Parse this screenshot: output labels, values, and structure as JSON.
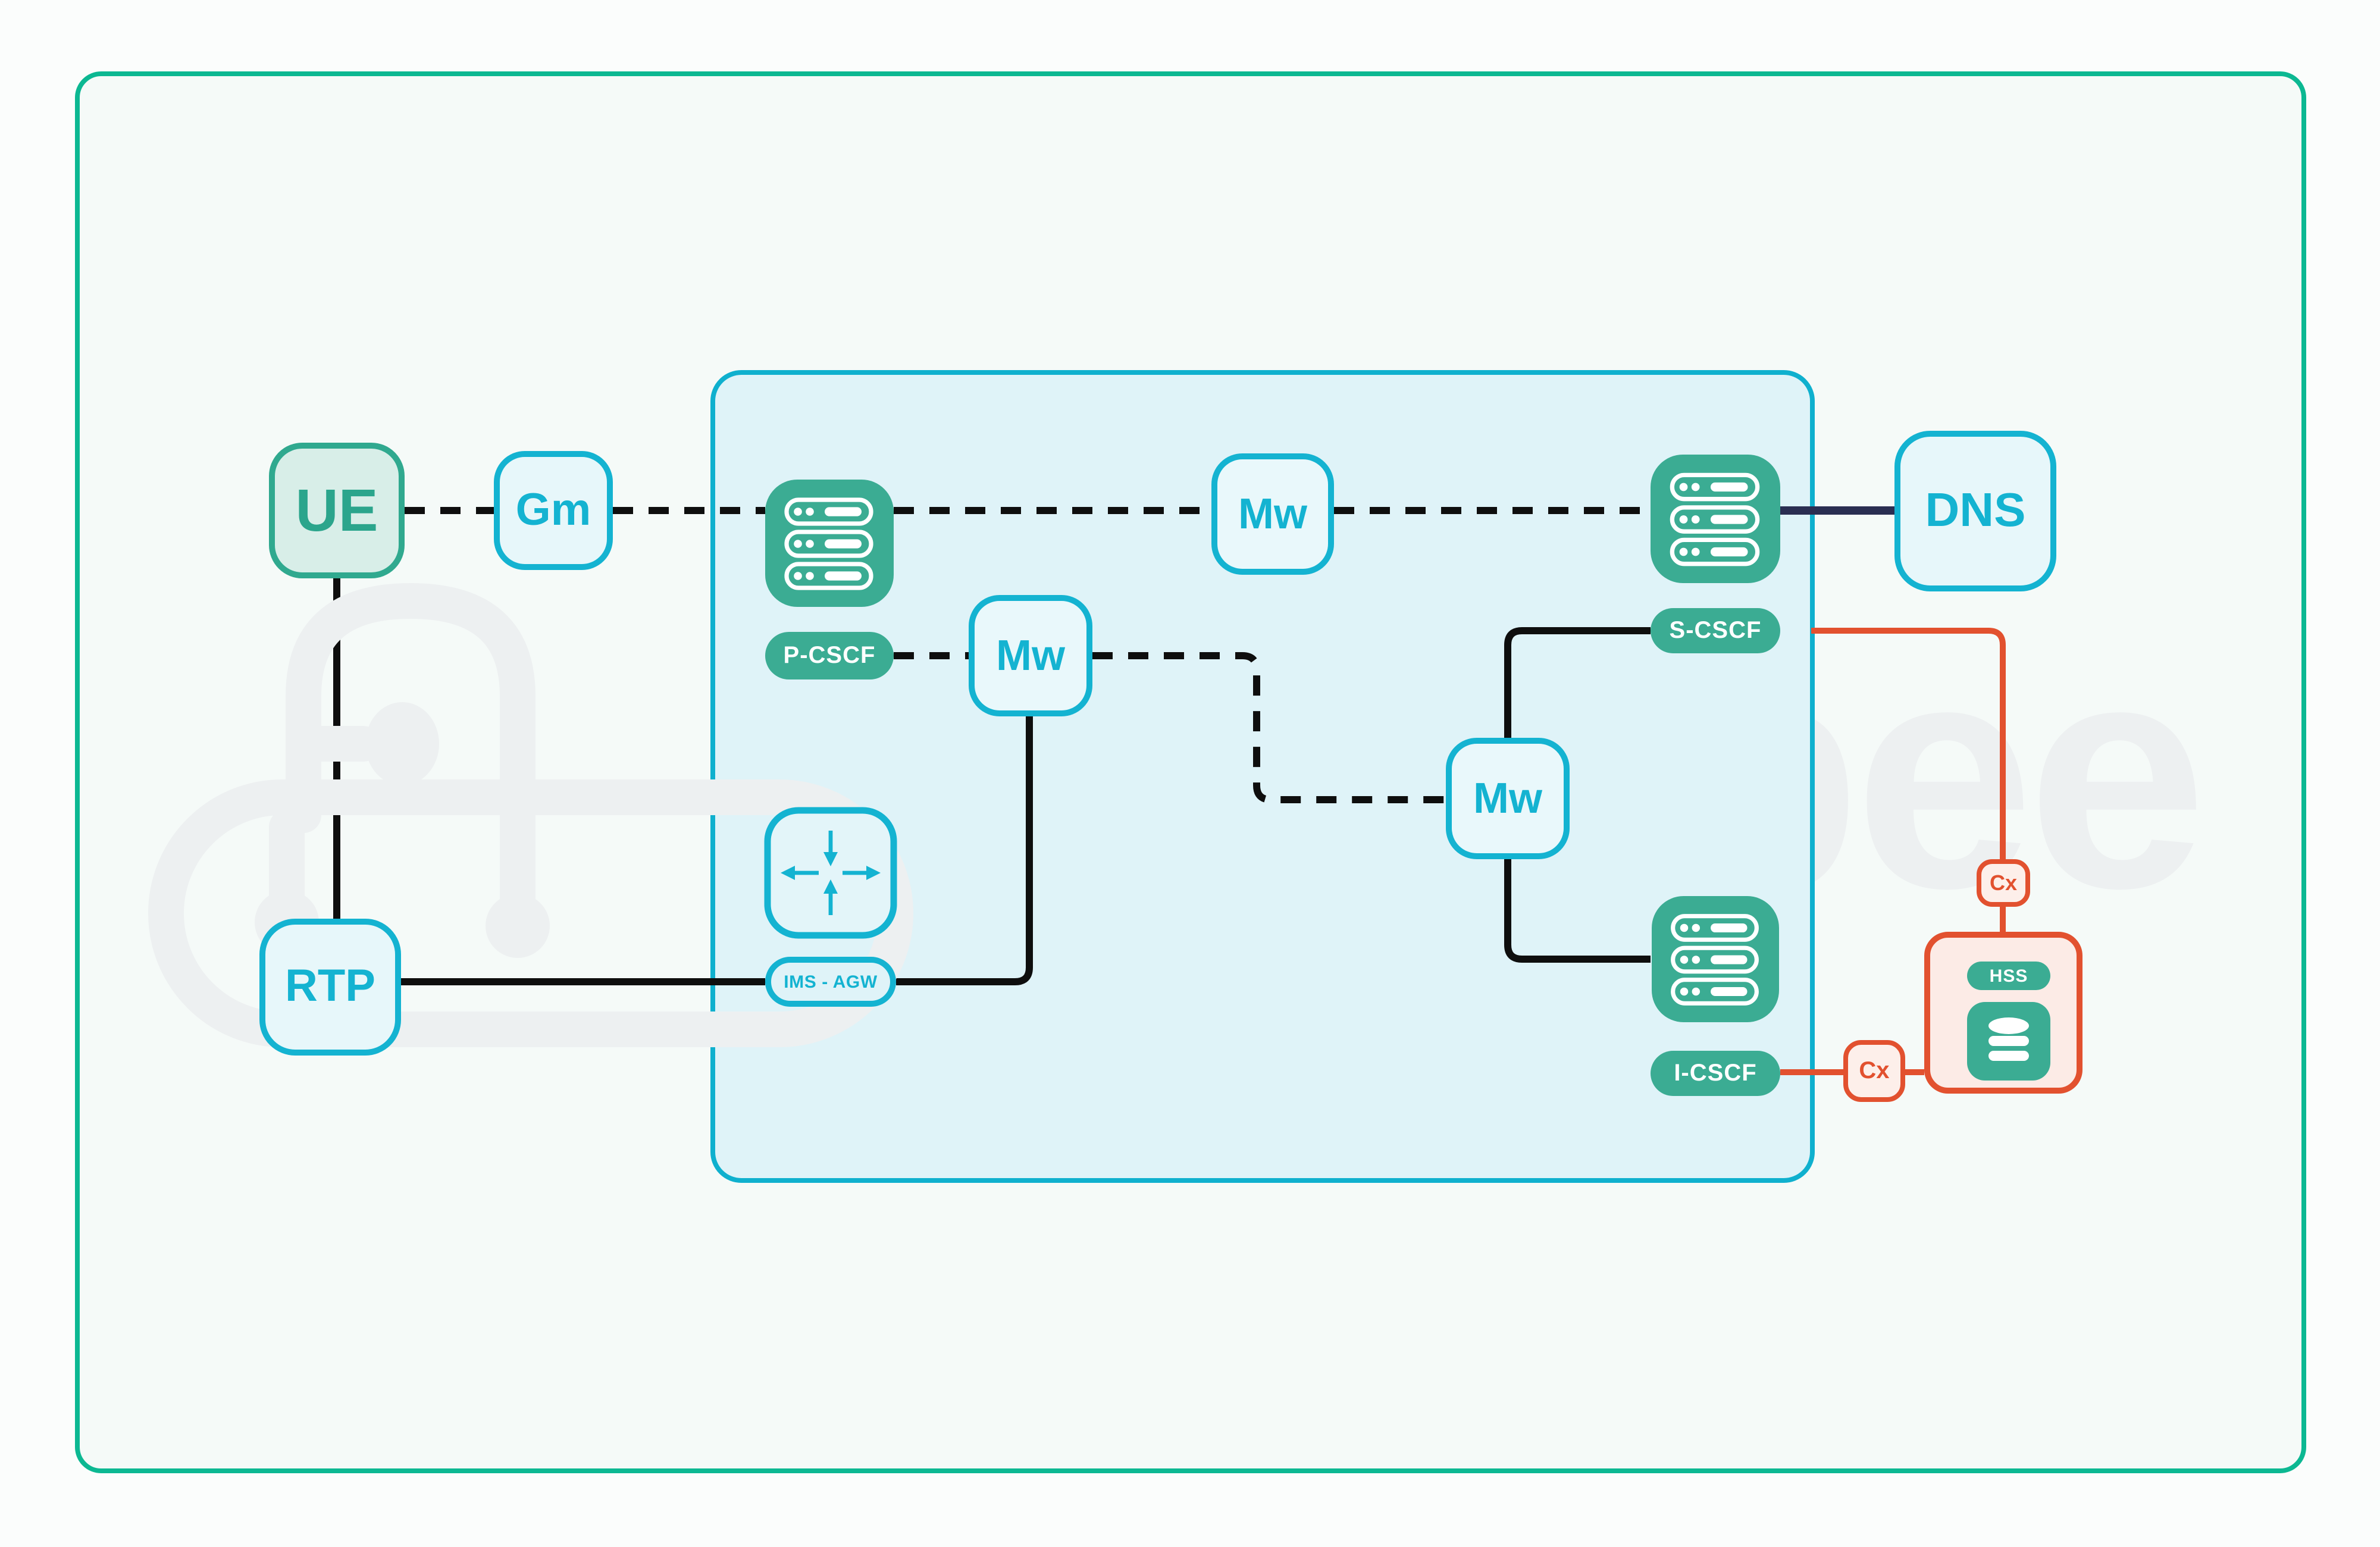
{
  "watermark": {
    "text": "bee"
  },
  "colors": {
    "frame_green": "#0cb892",
    "page_fill": "#f5faf8",
    "node_green": "#3bac93",
    "ue_border": "#30a98f",
    "ue_fill": "#d8eee8",
    "ue_text": "#2ba58c",
    "cyan": "#14b3d1",
    "cyan_fill": "#e7f7fa",
    "container_fill": "#dff3f8",
    "container_stroke": "#0fb0ce",
    "black_line": "#0e0e0e",
    "navy_line": "#2a2e52",
    "orange": "#e2512f",
    "orange_soft": "#fdefea",
    "hss_fill": "#fcebe6",
    "watermark_gray": "#edf0f1"
  },
  "nodes": {
    "ue": "UE",
    "gm": "Gm",
    "mw": "Mw",
    "rtp": "RTP",
    "dns": "DNS",
    "p_cscf": "P-CSCF",
    "s_cscf": "S-CSCF",
    "i_cscf": "I-CSCF",
    "ims_agw": "IMS - AGW",
    "cx": "Cx",
    "hss": "HSS"
  }
}
